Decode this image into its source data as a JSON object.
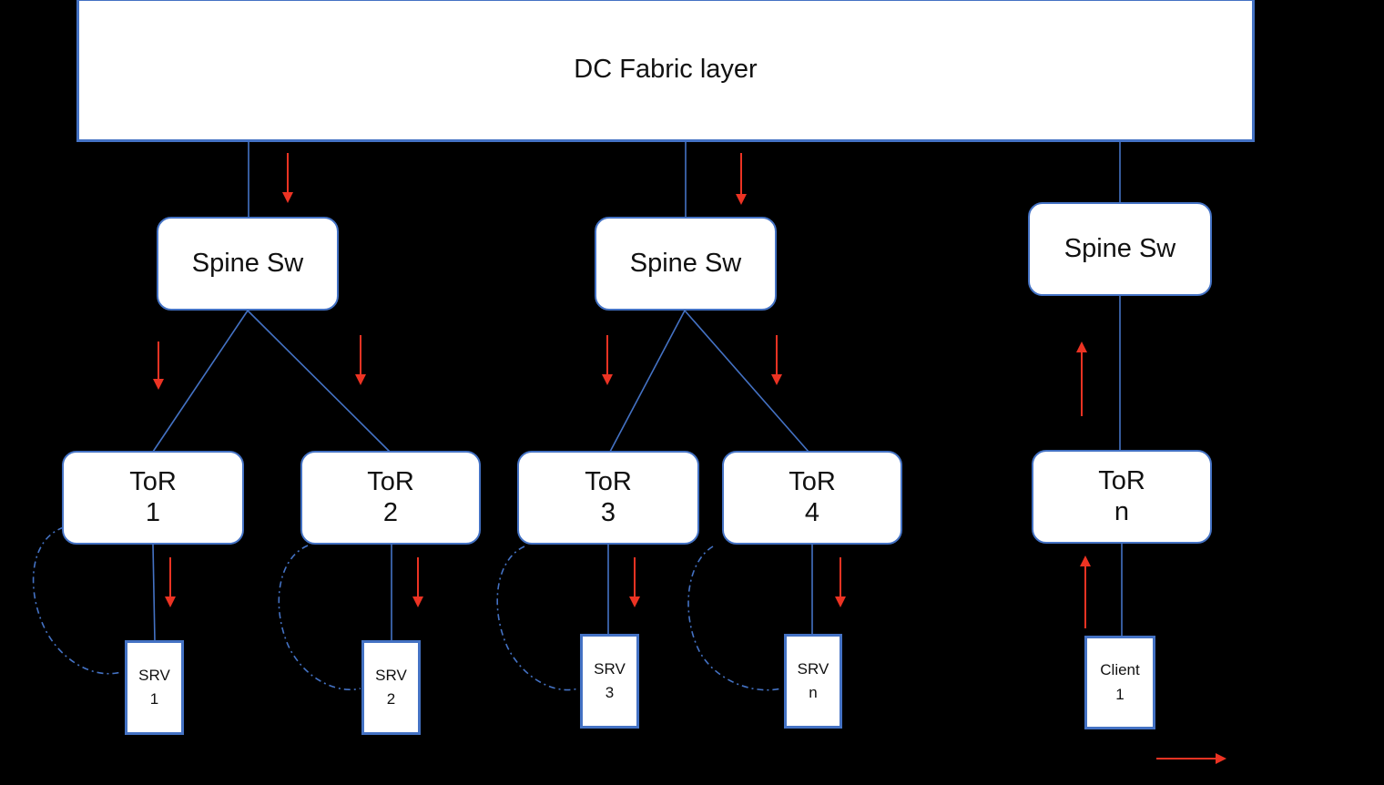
{
  "diagram_title": "DC Fabric layer",
  "colors": {
    "line_blue": "#4472C4",
    "arrow_red": "#EC3323",
    "background": "#000000",
    "box_fill": "#FFFFFF"
  },
  "fabric": {
    "label": "DC Fabric layer"
  },
  "spines": [
    {
      "label": "Spine Sw"
    },
    {
      "label": "Spine Sw"
    },
    {
      "label": "Spine Sw"
    }
  ],
  "tors": [
    {
      "name": "ToR",
      "id": "1"
    },
    {
      "name": "ToR",
      "id": "2"
    },
    {
      "name": "ToR",
      "id": "3"
    },
    {
      "name": "ToR",
      "id": "4"
    },
    {
      "name": "ToR",
      "id": "n"
    }
  ],
  "endpoints": [
    {
      "name": "SRV",
      "id": "1"
    },
    {
      "name": "SRV",
      "id": "2"
    },
    {
      "name": "SRV",
      "id": "3"
    },
    {
      "name": "SRV",
      "id": "n"
    },
    {
      "name": "Client",
      "id": "1"
    }
  ]
}
